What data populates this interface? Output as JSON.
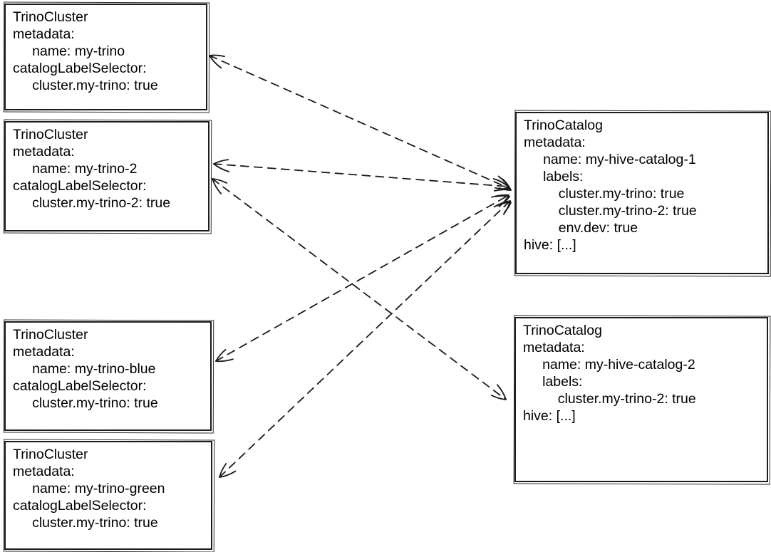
{
  "diagram": {
    "background": "#ffffff",
    "stroke_color": "#1a1a1a",
    "text_color": "#000000",
    "nodes": [
      {
        "id": "cluster-my-trino",
        "kind": "TrinoCluster",
        "lines": [
          "TrinoCluster",
          "metadata:",
          "     name: my-trino",
          "catalogLabelSelector:",
          "     cluster.my-trino: true"
        ]
      },
      {
        "id": "cluster-my-trino-2",
        "kind": "TrinoCluster",
        "lines": [
          "TrinoCluster",
          "metadata:",
          "     name: my-trino-2",
          "catalogLabelSelector:",
          "     cluster.my-trino-2: true"
        ]
      },
      {
        "id": "cluster-my-trino-blue",
        "kind": "TrinoCluster",
        "lines": [
          "TrinoCluster",
          "metadata:",
          "     name: my-trino-blue",
          "catalogLabelSelector:",
          "     cluster.my-trino: true"
        ]
      },
      {
        "id": "cluster-my-trino-green",
        "kind": "TrinoCluster",
        "lines": [
          "TrinoCluster",
          "metadata:",
          "     name: my-trino-green",
          "catalogLabelSelector:",
          "     cluster.my-trino: true"
        ]
      },
      {
        "id": "catalog-1",
        "kind": "TrinoCatalog",
        "lines": [
          "TrinoCatalog",
          "metadata:",
          "     name: my-hive-catalog-1",
          "     labels:",
          "         cluster.my-trino: true",
          "         cluster.my-trino-2: true",
          "         env.dev: true",
          "hive: [...]"
        ]
      },
      {
        "id": "catalog-2",
        "kind": "TrinoCatalog",
        "lines": [
          "TrinoCatalog",
          "metadata:",
          "     name: my-hive-catalog-2",
          "     labels:",
          "         cluster.my-trino-2: true",
          "hive: [...]"
        ]
      }
    ],
    "edges": [
      {
        "from": "cluster-my-trino",
        "to": "catalog-1",
        "style": "dashed",
        "heads": "both"
      },
      {
        "from": "cluster-my-trino-2",
        "to": "catalog-1",
        "style": "dashed",
        "heads": "both"
      },
      {
        "from": "cluster-my-trino-2",
        "to": "catalog-2",
        "style": "dashed",
        "heads": "both"
      },
      {
        "from": "cluster-my-trino-blue",
        "to": "catalog-1",
        "style": "dashed",
        "heads": "both"
      },
      {
        "from": "cluster-my-trino-green",
        "to": "catalog-1",
        "style": "dashed",
        "heads": "both"
      }
    ]
  }
}
